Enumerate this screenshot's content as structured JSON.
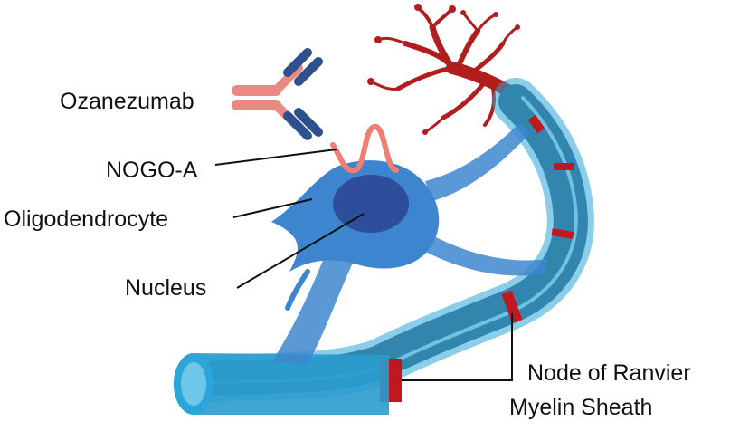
{
  "labels": {
    "ozanezumab": "Ozanezumab",
    "nogo_a": "NOGO-A",
    "oligodendrocyte": "Oligodendrocyte",
    "nucleus": "Nucleus",
    "node_of_ranvier": "Node of Ranvier",
    "myelin_sheath": "Myelin Sheath"
  },
  "colors": {
    "cell_body": "#3d86cf",
    "cell_body_light": "#6aa6dc",
    "nucleus": "#2e4d9a",
    "nogo_a": "#f07e73",
    "antibody_light": "#e88a82",
    "antibody_dark": "#2f4f8f",
    "dendrite": "#b01e1e",
    "axon_dark": "#3a5f78",
    "myelin": "#2ba6d8",
    "myelin_light": "#7fd0ef",
    "node": "#c0181f"
  }
}
